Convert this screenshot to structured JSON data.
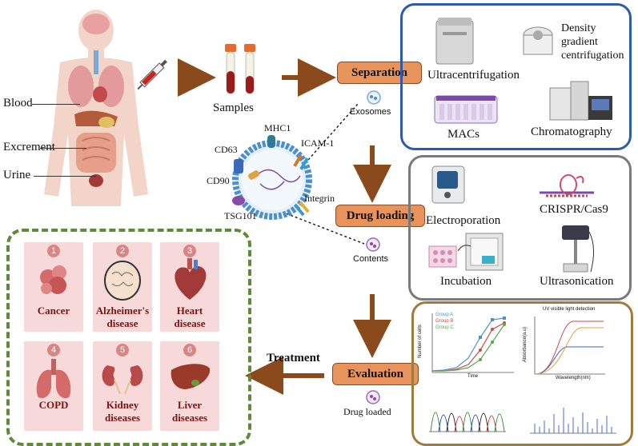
{
  "body_labels": {
    "blood": "Blood",
    "excrement": "Excrement",
    "urine": "Urine"
  },
  "samples_label": "Samples",
  "exosome_markers": [
    "MHC1",
    "CD63",
    "ICAM-1",
    "CD90",
    "Integrin",
    "TSG101"
  ],
  "separation": {
    "title": "Separation",
    "sub": "Exosomes",
    "methods": [
      "Ultracentrifugation",
      "Density",
      "gradient",
      "centrifugation",
      "MACs",
      "Chromatography"
    ]
  },
  "drug_loading": {
    "title": "Drug loading",
    "sub": "Contents",
    "methods": [
      "Electroporation",
      "CRISPR/Cas9",
      "Incubation",
      "Ultrasonication"
    ]
  },
  "evaluation": {
    "title": "Evaluation",
    "sub": "Drug loaded",
    "chart1": {
      "legend": [
        "Group A",
        "Group B",
        "Group C"
      ],
      "xlabel": "Time",
      "ylabel": "Number of cells"
    },
    "chart2": {
      "title": "UV visible light detection",
      "xlabel": "Wavelength(nm)",
      "ylabel": "Absorbance(a.u)"
    }
  },
  "treatment_label": "Treatment",
  "diseases": [
    {
      "num": "1",
      "line1": "Cancer",
      "line2": ""
    },
    {
      "num": "2",
      "line1": "Alzheimer's",
      "line2": "disease"
    },
    {
      "num": "3",
      "line1": "Heart",
      "line2": "disease"
    },
    {
      "num": "4",
      "line1": "COPD",
      "line2": ""
    },
    {
      "num": "5",
      "line1": "Kidney",
      "line2": "diseases"
    },
    {
      "num": "6",
      "line1": "Liver",
      "line2": "diseases"
    }
  ],
  "colors": {
    "separation_border": "#2f5aa8",
    "loading_border": "#7a7a7a",
    "evaluation_border": "#a27a3e",
    "disease_border": "#5e8a3a",
    "arrow": "#8b4a1c",
    "stage_button": "#e8935c",
    "tile_bg": "#f7d9d9"
  }
}
